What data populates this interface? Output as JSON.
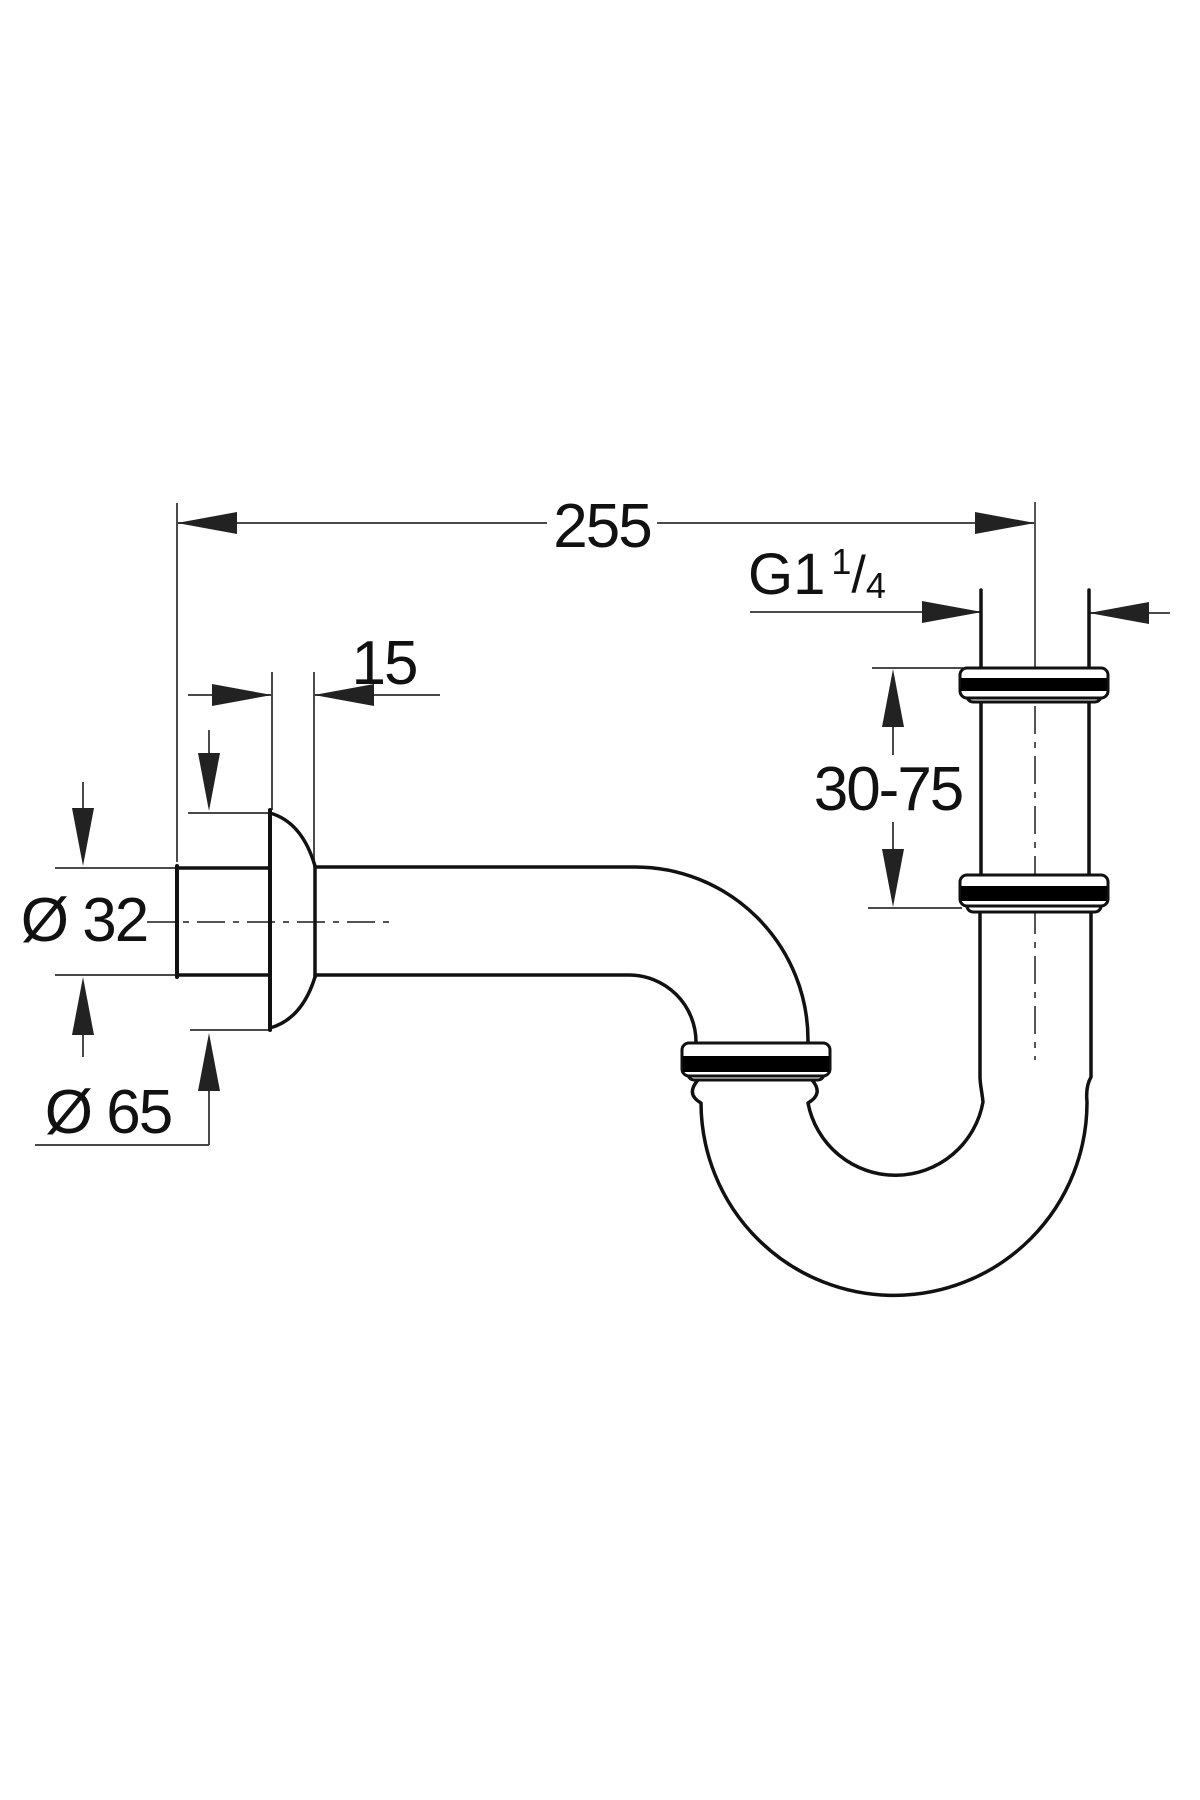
{
  "diagram": {
    "kind": "technical-dimension-drawing",
    "subject": "pipe-trap-side-view",
    "labels": {
      "overall_length": "255",
      "thread": {
        "base": "G1",
        "numerator": "1",
        "slash": "/",
        "denominator": "4"
      },
      "wall_clearance": "15",
      "height_adjustment": "30-75",
      "pipe_diameter": "Ø 32",
      "rosette_diameter": "Ø 65"
    },
    "colors": {
      "outline": "#111111",
      "dimension_line": "#4a4a4a",
      "band_fill": "#000000",
      "background": "#ffffff"
    }
  }
}
